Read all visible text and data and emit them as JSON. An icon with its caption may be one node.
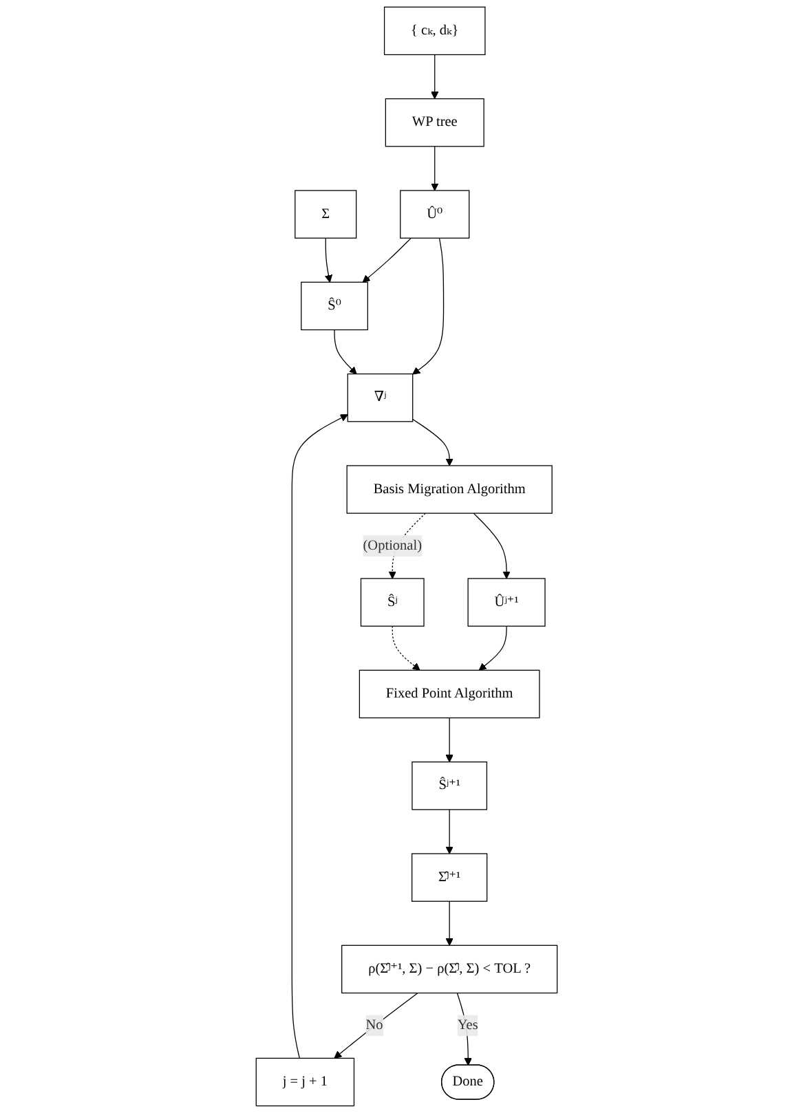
{
  "diagram": {
    "nodes": [
      {
        "text": [
          "{ cₖ, dₖ}"
        ]
      },
      {
        "text": [
          "WP tree"
        ]
      },
      {
        "text": [
          "Û⁰"
        ]
      },
      {
        "text": [
          "Ŝ⁰"
        ]
      },
      {
        "text": [
          "Σ"
        ]
      },
      {
        "text": [
          "∇ʲ"
        ]
      },
      {
        "text": [
          "Basis Migration Algorithm"
        ]
      },
      {
        "text": [
          "Ûʲ⁺¹"
        ]
      },
      {
        "text": [
          "Ŝʲ"
        ]
      },
      {
        "text": [
          "Fixed Point Algorithm"
        ]
      },
      {
        "text": [
          "Ŝʲ⁺¹"
        ]
      },
      {
        "text": [
          "Σ̂ʲ⁺¹"
        ]
      },
      {
        "text": [
          "j = j + 1"
        ]
      },
      {
        "text": [
          "ρ(Σ̂ʲ⁺¹, Σ) − ρ(Σ̂ʲ, Σ) < TOL ?"
        ]
      },
      {
        "text": [
          "Done"
        ]
      }
    ],
    "edges": [
      {
        "from": 0,
        "to": 1,
        "arrow": "to"
      },
      {
        "from": 1,
        "to": 2,
        "arrow": "to"
      },
      {
        "from": 2,
        "to": 3,
        "arrow": "to"
      },
      {
        "from": 4,
        "to": 3,
        "arrow": "to"
      },
      {
        "from": 2,
        "to": 5,
        "arrow": "to"
      },
      {
        "from": 3,
        "to": 5,
        "arrow": "to"
      },
      {
        "from": 12,
        "to": 5,
        "arrow": "to"
      },
      {
        "from": 5,
        "to": 6,
        "arrow": "to"
      },
      {
        "from": 6,
        "to": 7,
        "arrow": "to"
      },
      {
        "from": 6,
        "to": 8,
        "arrow": "to",
        "label": "(Optional)",
        "style": "dashed"
      },
      {
        "from": 7,
        "to": 9,
        "arrow": "to"
      },
      {
        "from": 8,
        "to": 9,
        "arrow": "to",
        "style": "dashed"
      },
      {
        "from": 9,
        "to": 10,
        "arrow": "to"
      },
      {
        "from": 10,
        "to": 11,
        "arrow": "to"
      },
      {
        "from": 11,
        "to": 13,
        "arrow": "to"
      },
      {
        "from": 13,
        "to": 12,
        "arrow": "to",
        "label": "No"
      },
      {
        "from": 13,
        "to": 14,
        "arrow": "to",
        "label": "Yes"
      }
    ]
  }
}
